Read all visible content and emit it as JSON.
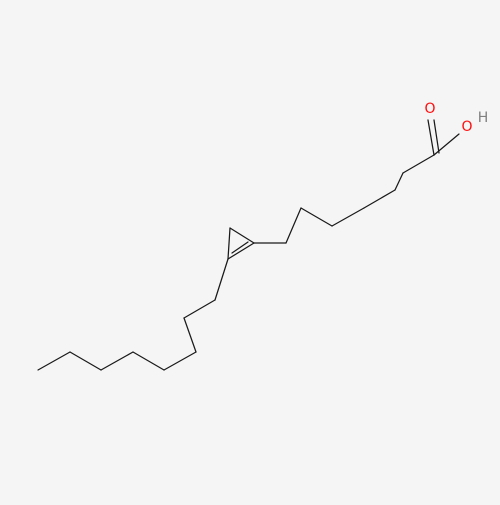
{
  "molecule": {
    "atom_labels": {
      "carbonyl_oxygen": "O",
      "hydroxyl_oxygen": "O",
      "hydroxyl_hydrogen": "H"
    },
    "colors": {
      "background": "#f5f5f5",
      "bond": "#1a1a1a",
      "oxygen": "#ff0d0d",
      "hydrogen": "#7f7f7f"
    }
  }
}
